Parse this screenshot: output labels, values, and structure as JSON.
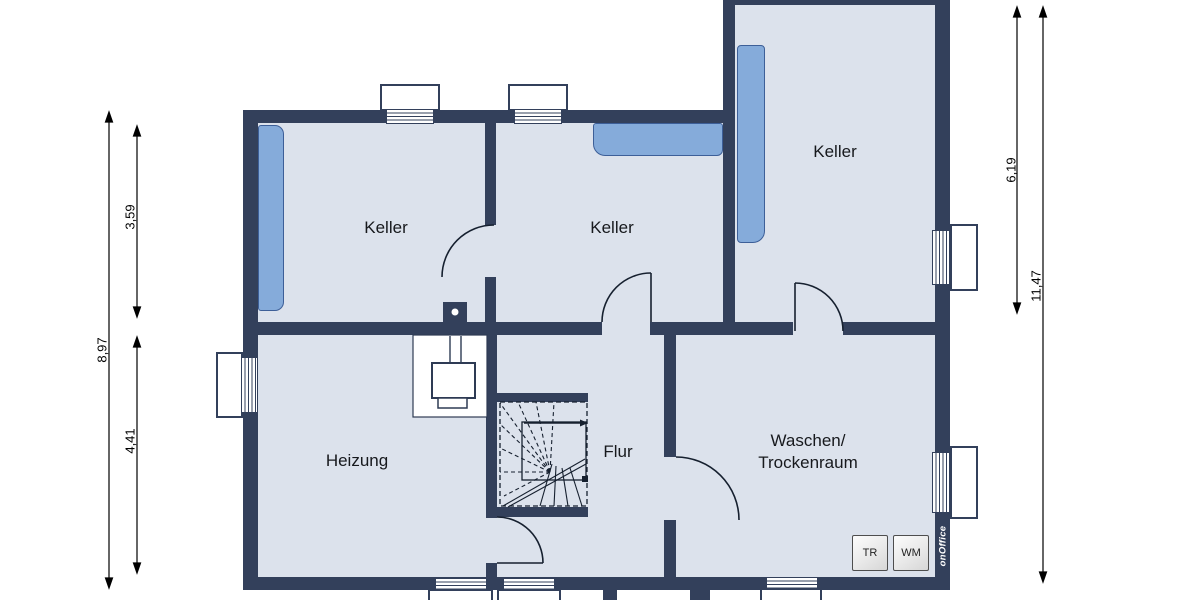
{
  "plan": {
    "rooms": {
      "keller_left": "Keller",
      "keller_mid": "Keller",
      "keller_right": "Keller",
      "heizung": "Heizung",
      "flur": "Flur",
      "waschen_line1": "Waschen/",
      "waschen_line2": "Trockenraum"
    },
    "dimensions": {
      "total_left": "8,97",
      "left_upper": "3,59",
      "left_lower": "4,41",
      "right_upper": "6,19",
      "total_right": "11,47"
    },
    "appliances": {
      "dryer": "TR",
      "washer": "WM"
    },
    "watermark": "onOffice"
  },
  "colors": {
    "wall": "#33405b",
    "room": "#dce2ec",
    "radiator": "#85abda",
    "radiator-border": "#3d5f98",
    "line": "#16202f"
  }
}
